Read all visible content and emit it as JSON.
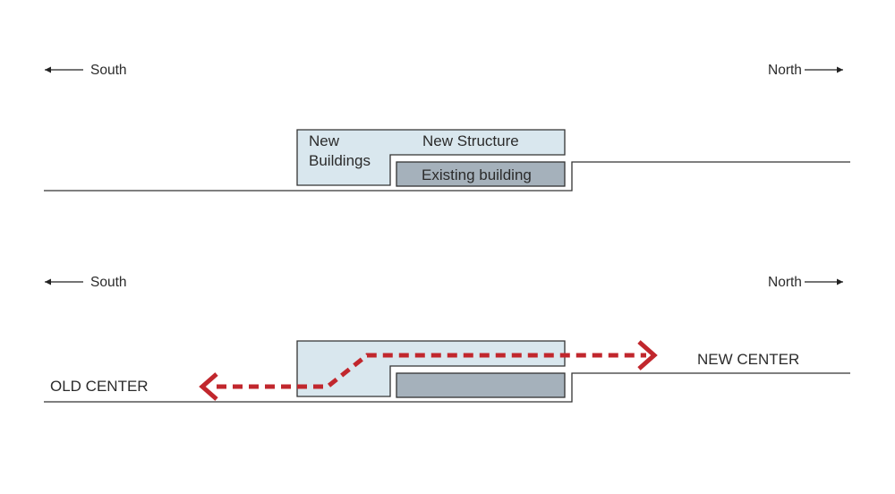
{
  "section_top": {
    "south_label": "South",
    "north_label": "North",
    "new_buildings_line1": "New",
    "new_buildings_line2": "Buildings",
    "new_structure_label": "New Structure",
    "existing_building_label": "Existing building"
  },
  "section_bottom": {
    "south_label": "South",
    "north_label": "North",
    "old_center_label": "OLD CENTER",
    "new_center_label": "NEW CENTER"
  },
  "colors": {
    "new_structure_fill": "#d9e7ee",
    "existing_building_fill": "#a5b1bb",
    "route_arrow": "#c1272d",
    "outline": "#333333"
  }
}
